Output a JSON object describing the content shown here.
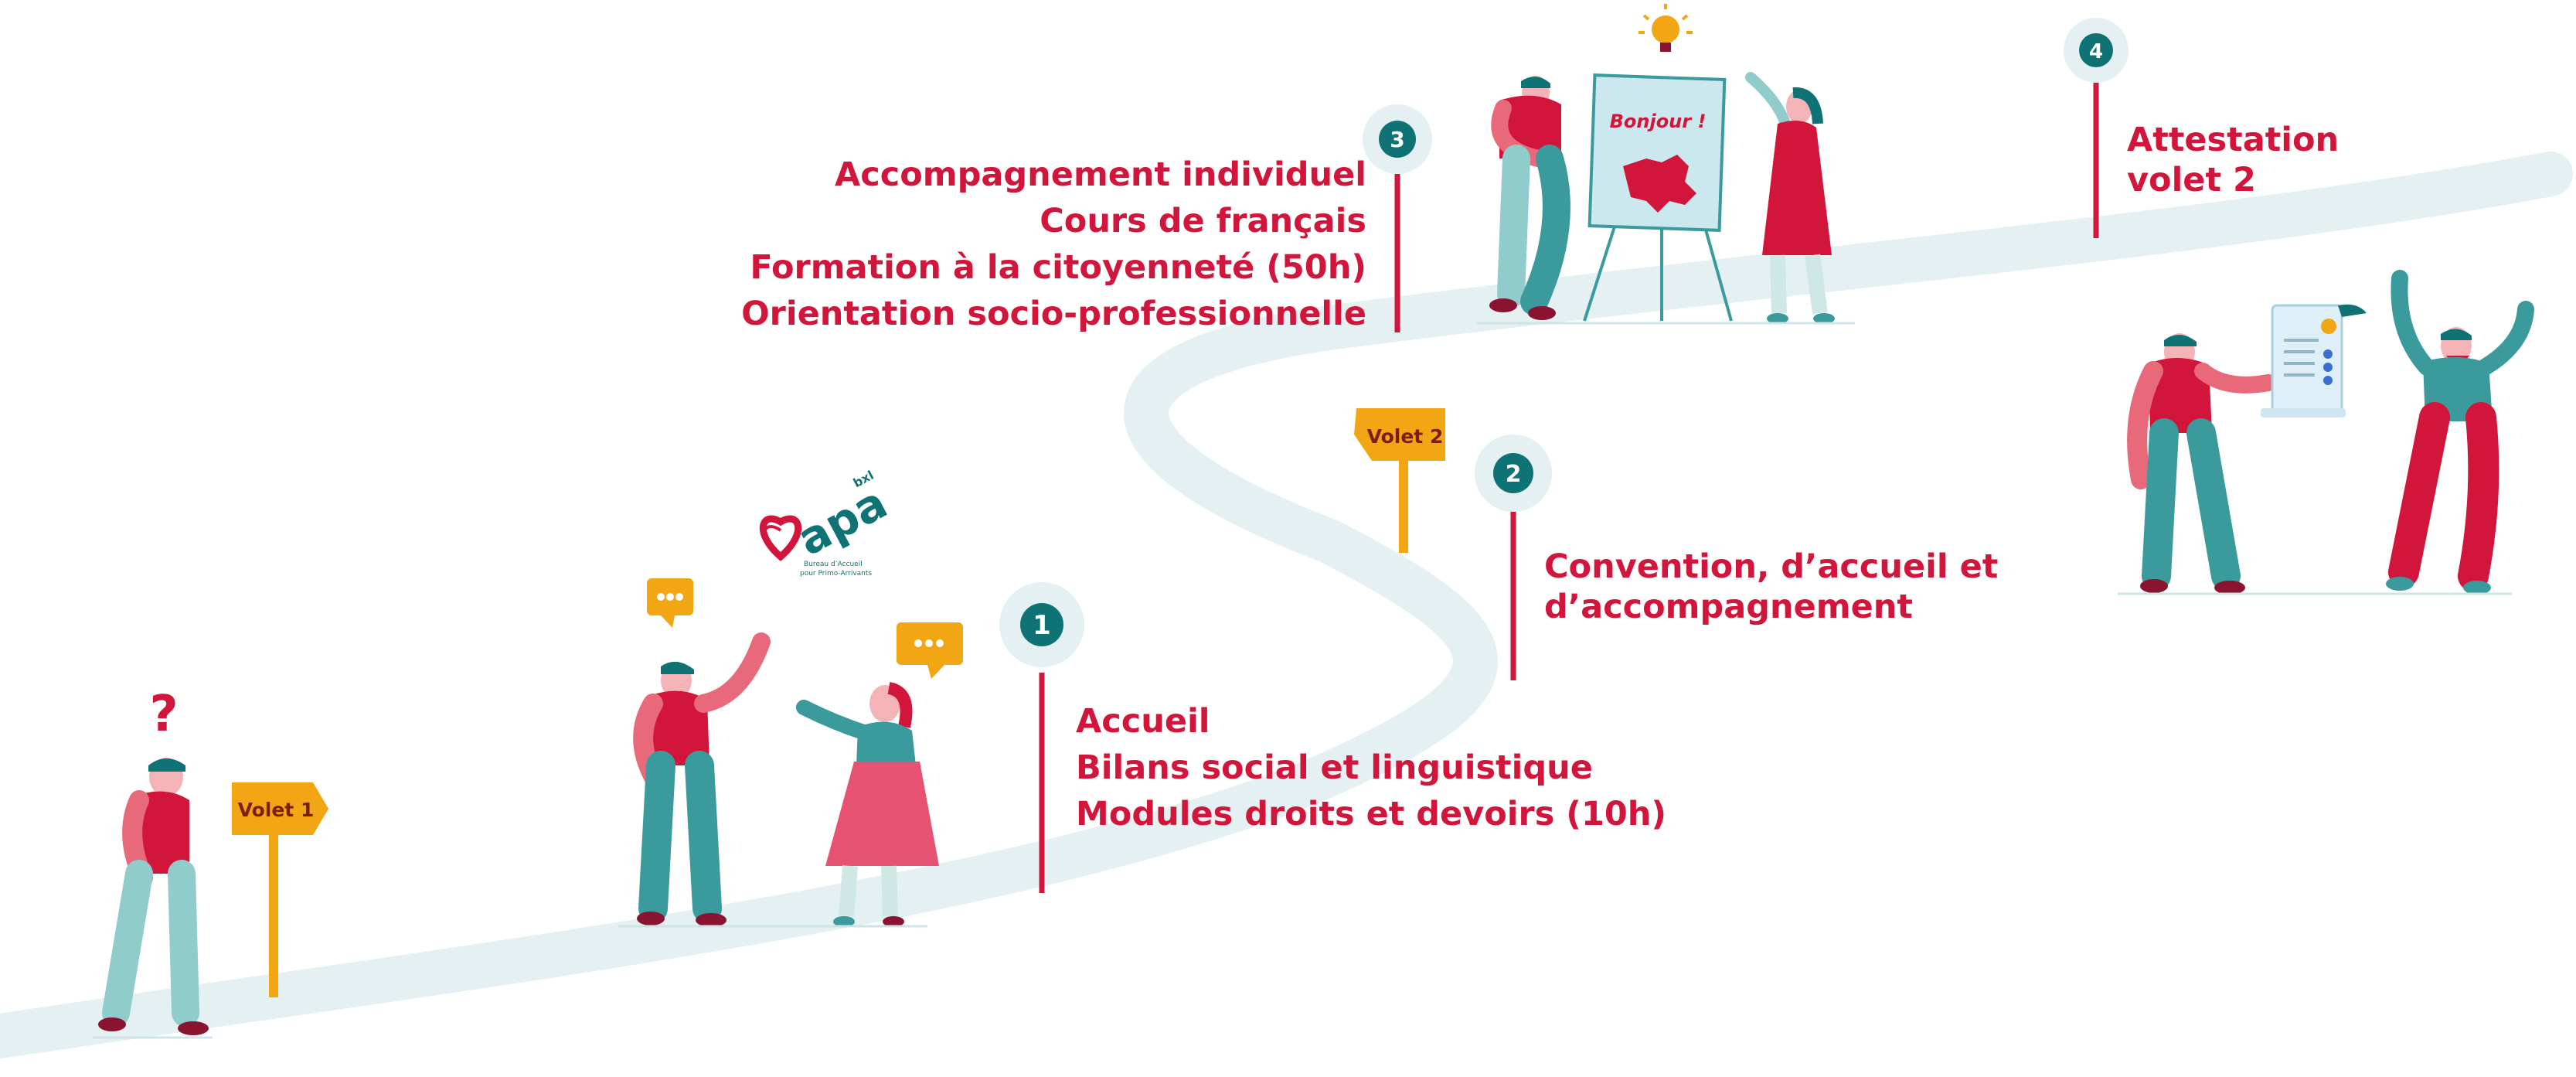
{
  "steps": [
    {
      "number": "1",
      "lines": [
        "Accueil",
        "Bilans social et linguistique",
        "Modules droits et devoirs (10h)"
      ]
    },
    {
      "number": "2",
      "lines": [
        "Convention, d’accueil et",
        "d’accompagnement"
      ]
    },
    {
      "number": "3",
      "lines": [
        "Accompagnement individuel",
        "Cours de français",
        "Formation à la citoyenneté (50h)",
        "Orientation socio-professionnelle"
      ]
    },
    {
      "number": "4",
      "lines": [
        "Attestation",
        "volet 2"
      ]
    }
  ],
  "signs": {
    "volet1": "Volet 1",
    "volet2": "Volet 2"
  },
  "board": {
    "text": "Bonjour !"
  },
  "logo": {
    "text": "apa",
    "superscript": "bxl",
    "tagline_1": "Bureau d’Accueil",
    "tagline_2": "pour Primo-Arrivants"
  },
  "question_mark": "?",
  "colors": {
    "red": "#d2153a",
    "teal": "#0f7376",
    "road": "#e4f0f2",
    "sign": "#f2a614"
  },
  "icons": [
    "question-mark-icon",
    "speech-bubble-icon",
    "lightbulb-icon",
    "checklist-icon",
    "belgium-map-icon"
  ]
}
